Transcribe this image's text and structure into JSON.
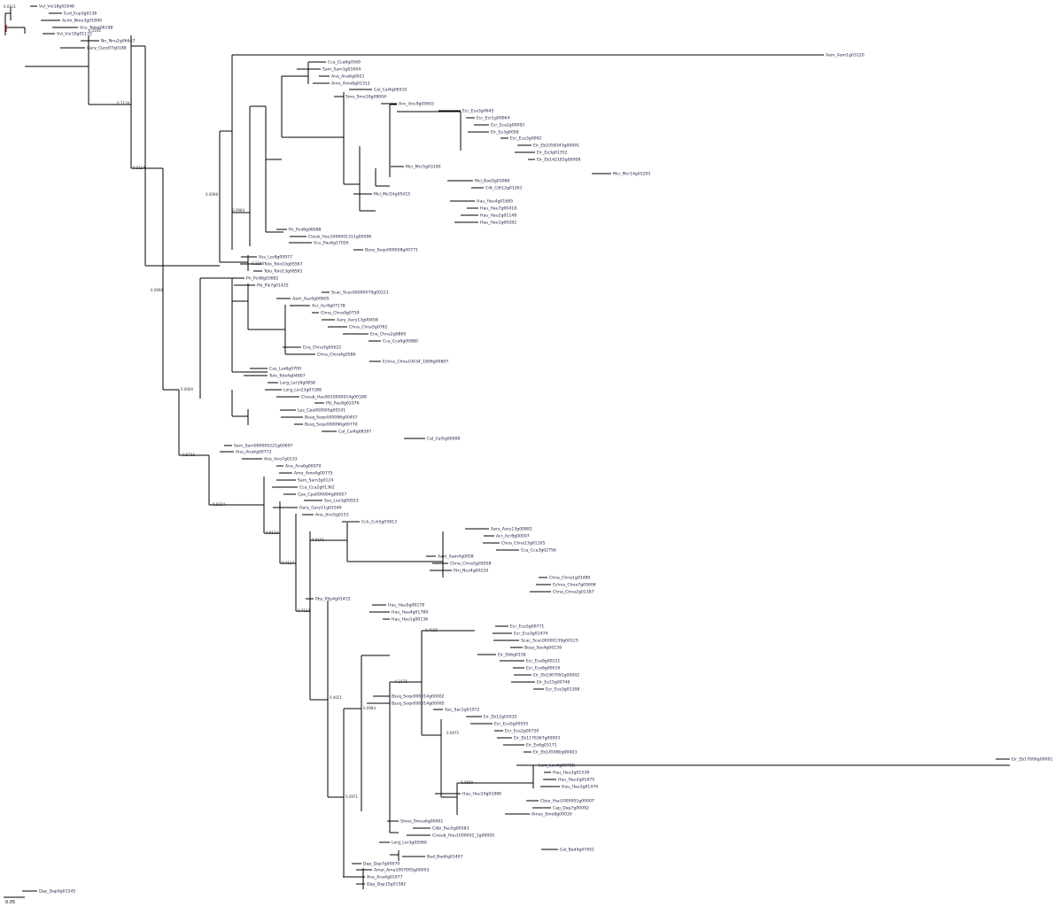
{
  "diagram": {
    "type": "phylogenetic-tree",
    "scale_bar_label": "0.05",
    "colors": {
      "branch": "#000000",
      "label": "#1a1a40",
      "root_marker": "#c00000"
    }
  },
  "branch_labels": [
    "0.0111",
    "0.3102",
    "0.2116",
    "0.5134",
    "0.0098",
    "0.0964",
    "0.0998",
    "0.0000",
    "0.5711",
    "0.8214",
    "0.1104",
    "0.9112",
    "0.4117",
    "0.7122",
    "0.6101",
    "0.4021",
    "0.0971",
    "0.0984",
    "0.1175",
    "0.4105",
    "0.0975",
    "0.0899"
  ],
  "leaves": [
    "Vvi_Vvi18g01848",
    "Eud_Eup3g0136",
    "Acmi_Nmu3g01890",
    "Vcu_Tolog06198",
    "Vvi_Vvi10g01172",
    "Nn_Nnu2g06647",
    "Gary_Gary07g0188",
    "Aam_Aam1g03120",
    "Cca_Cca6g0569",
    "Sam_Sam1g01604",
    "Ana_Ana6g0021",
    "Amo_Amo8g01313",
    "Cal_Cal4g06510",
    "Smo_Smo10g08004",
    "Anc_Anc9g05603",
    "Ecr_Eca3g0645",
    "Ecr_Ecr1g00064",
    "Ecr_Eca2g00092",
    "Eir_Ee3g0058",
    "Ecr_Eca3g0092",
    "Eir_Eb1058343g00091",
    "Eir_Ee3g01352",
    "Eir_Eb142183g00008",
    "Mcr_Mcr5g03190",
    "Mcr_Mcr14g01203",
    "Mcl_Bad3g05086",
    "Cdt_Cdt12g01261",
    "Mcl_Mcl14g05415",
    "Hau_Hau4g01685",
    "Hau_Hau7g00418",
    "Hau_Hau2g01148",
    "Hau_Hau1g00282",
    "Pn_Pcd8g06088",
    "Cloub_Hau1000001311g00096",
    "Vcu_Pau6g17026",
    "Bose_Seqv000058g00771",
    "Vss_Lss8g00977",
    "Tolo_Tolo10g05567",
    "Tolo_Tolo13g08561",
    "Pn_Pcd8g03882",
    "Plz_Plz7g01425",
    "Scac_Scac00000070g00221",
    "Aam_Aac6g00605",
    "Acr_Acr9g07178",
    "Chna_Chna9g0759",
    "Aary_Aary13g00458",
    "Chna_Chna5g0762",
    "Ena_Chna2g0865",
    "Cca_Cca9g00880",
    "Ena_Chna3g05622",
    "Chna_Chna4g0586",
    "Echna_Chna10434_1806g00807",
    "Cas_Lso6g0700",
    "Tolo_Tolo4g04807",
    "Lorg_Lor18g0858",
    "Lorg_Lor23g07288",
    "Clsoub_Hau9010000014g00188",
    "Plz_Pau9g01076",
    "Lps_Cpa000005g00101",
    "Bssq_Seqv000096g00457",
    "Bssq_Seqv000096g00770",
    "Cal_Cal4g08597",
    "Cal_Cal5g00008",
    "Sam_Sam000000221g00697",
    "Ana_Ana4g00772",
    "Ano_Ano7g0133",
    "Ana_Ana6g00070",
    "Amo_Amo4g00775",
    "Sam_Sam3g0124",
    "Cca_Cca2g01362",
    "Cpa_Cpa000004g00057",
    "Sas_Lso3g00553",
    "Gary_Gary11g01548",
    "Ano_Ano5g0153",
    "Cch_Cch5g05813",
    "Aary_Aary13g00881",
    "Acr_Acr8g00007",
    "Chna_Chna13g01105",
    "Cca_Cca3g02756",
    "Aam_Aam4g0058",
    "Chna_Chna5g05058",
    "Ptri_Nco4g00220",
    "Chna_Chna1g01480",
    "Echna_Chna7g05606",
    "Chna_Chna2g01387",
    "Pby_Pdy4g01415",
    "Hau_Hau5g00278",
    "Hau_Hau4g01789",
    "Hau_Hau1g00136",
    "Ecr_Eca5g00771",
    "Ecr_Eca3g01474",
    "Scac_Scac00000139g00125",
    "Bosa_Sos4g00159",
    "Eir_Eb6g0158",
    "Ecr_Eca9g00221",
    "Ecr_Eca6g00016",
    "Eir_Eb1067092g00002",
    "Eir_Ee15g00746",
    "Ecr_Eca3g01308",
    "Bssq_Seqv000014g00002",
    "Bssq_Seqv000014g00095",
    "Sac_Sac1g01072",
    "Eir_Eb12g01632",
    "Ecr_Eca5g00555",
    "Ecr_Eca2g00720",
    "Eir_Eb1176367g00003",
    "Eir_Ee6g03171",
    "Eir_Eb145080g00003",
    "Eir_Eb17606g00001",
    "Lcra_Lav4g0078B",
    "Hau_Hau3g01538",
    "Hau_Hau2g01875",
    "Hau_Hau3g01476",
    "Hau_Hau10g01886",
    "Cbso_Hau1000001g00007",
    "Cap_Dap7g00092",
    "Amos_Smo8g00030",
    "Smos_Smoa6g00001",
    "Cdbi_Pau5g00583",
    "Clsoub_Hau1000001_1g00005",
    "Lorg_Lor3g05060",
    "Cal_Bad4g07451",
    "Bad_Bad4g01407",
    "Dap_Dap7g00070",
    "Amal_Ama1007005g00003",
    "Ana_Ana4g01677",
    "Dap_Dap15g01582",
    "Dap_Dap6g01545"
  ]
}
